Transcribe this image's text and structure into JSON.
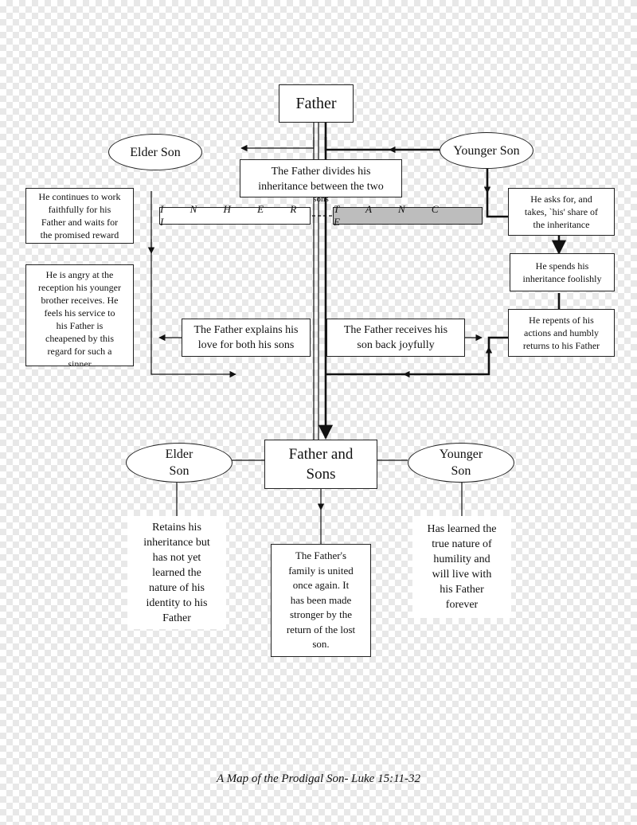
{
  "father": "Father",
  "elder_son_top": "Elder Son",
  "younger_son_top": "Younger Son",
  "divides": [
    "The Father divides his",
    "inheritance between the two",
    "sons"
  ],
  "band": {
    "left": "I N H E R I",
    "right": "T A N C E",
    "right_fill": "#bdbdbd"
  },
  "elder_works": [
    "He continues to work",
    "faithfully for his",
    "Father and waits for",
    "the promised reward"
  ],
  "elder_angry": [
    "He is angry at the",
    "reception his younger",
    "brother receives. He",
    "feels his service to",
    "his Father is",
    "cheapened by this",
    "regard for such a",
    "sinner"
  ],
  "younger_asks": [
    "He asks for, and",
    "takes, `his' share of",
    "the inheritance"
  ],
  "younger_spends": [
    "He spends his",
    "inheritance foolishly"
  ],
  "younger_repents": [
    "He repents of his",
    "actions and humbly",
    "returns to his Father"
  ],
  "explains": [
    "The Father explains his",
    "love for both his sons"
  ],
  "receives": [
    "The Father receives his",
    "son back joyfully"
  ],
  "father_and_sons": [
    "Father and",
    "Sons"
  ],
  "elder_son_bottom": [
    "Elder",
    "Son"
  ],
  "younger_son_bottom": [
    "Younger",
    "Son"
  ],
  "retains": [
    "Retains his",
    "inheritance but",
    "has not yet",
    "learned the",
    "nature of his",
    "identity to his",
    "Father"
  ],
  "family": [
    "The Father's",
    "family is united",
    "once again. It",
    "has been made",
    "stronger by the",
    "return of the lost",
    "son."
  ],
  "learned": [
    "Has learned the",
    "true nature of",
    "humility and",
    "will live with",
    "his Father",
    "forever"
  ],
  "caption": "A Map of the Prodigal Son- Luke 15:11-32"
}
